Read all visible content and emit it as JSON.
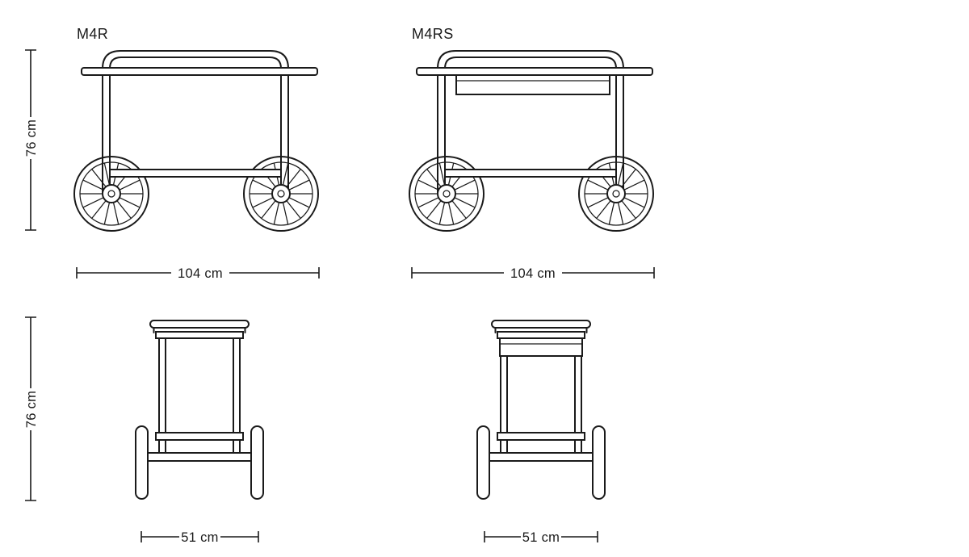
{
  "colors": {
    "background": "#ffffff",
    "line": "#1a1a1a"
  },
  "views": {
    "side": {
      "m4r_label": "M4R",
      "m4rs_label": "M4RS",
      "height": "76 cm",
      "width": "104 cm"
    },
    "front": {
      "height": "76 cm",
      "width": "51 cm"
    }
  }
}
